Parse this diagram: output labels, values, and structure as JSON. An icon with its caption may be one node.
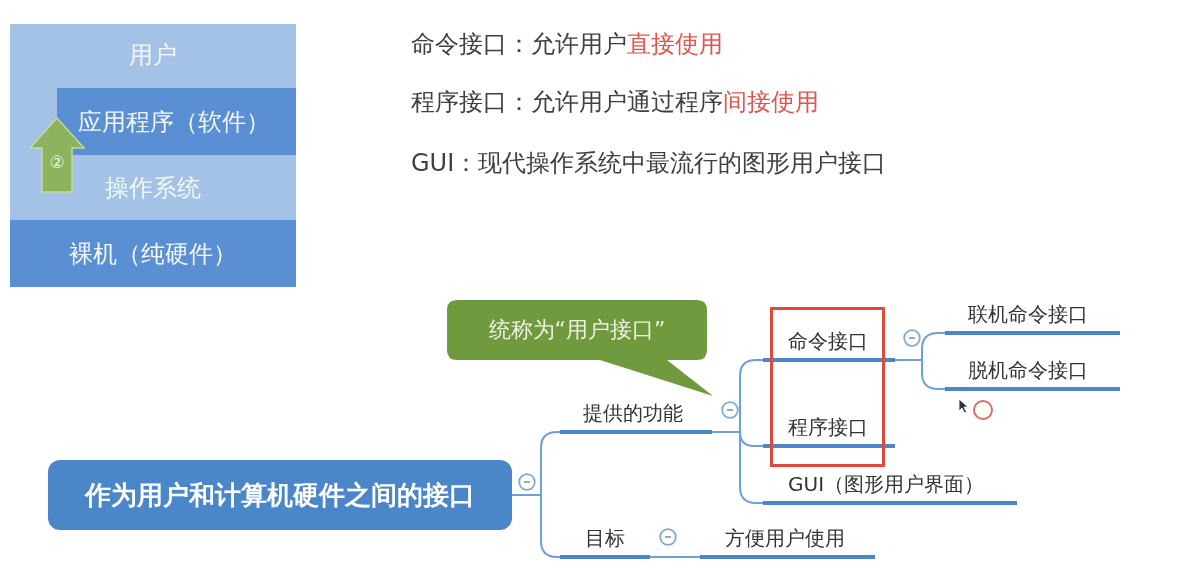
{
  "diagram": {
    "nodes": [
      {
        "text": [
          "用户"
        ]
      },
      {
        "text": [
          "应用程序（软件）"
        ],
        "in": 0
      },
      {
        "text": [
          "操作系统"
        ]
      },
      {
        "text": [
          "裸机（纯硬件）"
        ]
      },
      {
        "text": [
          "统称为“用户接口”"
        ]
      },
      {
        "text": [
          "作为用户和计算机硬件之间的接口"
        ]
      },
      {
        "text": [
          "提供的功能"
        ]
      },
      {
        "text": [
          "命令接口"
        ]
      },
      {
        "text": [
          "程序接口"
        ]
      },
      {
        "text": [
          "GUI（图形用户界面）"
        ]
      },
      {
        "text": [
          "联机命令接口"
        ]
      },
      {
        "text": [
          "脱机命令接口"
        ]
      },
      {
        "text": [
          "目标"
        ]
      },
      {
        "text": [
          "方便用户使用"
        ]
      }
    ],
    "edges": [
      {
        "from": 2,
        "to": 1,
        "arrow": "to",
        "label": "②",
        "style": "thick",
        "color": "#8db35f"
      },
      {
        "from": 5,
        "to": 6,
        "arrow": "none"
      },
      {
        "from": 5,
        "to": 12,
        "arrow": "none"
      },
      {
        "from": 6,
        "to": 7,
        "arrow": "none"
      },
      {
        "from": 6,
        "to": 8,
        "arrow": "none"
      },
      {
        "from": 6,
        "to": 9,
        "arrow": "none"
      },
      {
        "from": 7,
        "to": 10,
        "arrow": "none"
      },
      {
        "from": 7,
        "to": 11,
        "arrow": "none"
      },
      {
        "from": 12,
        "to": 13,
        "arrow": "none"
      }
    ],
    "labels": [
      "命令接口：允许用户**直接使用**",
      "程序接口：允许用户通过程序**间接使用**",
      "GUI：现代操作系统中最流行的图形用户接口"
    ]
  }
}
